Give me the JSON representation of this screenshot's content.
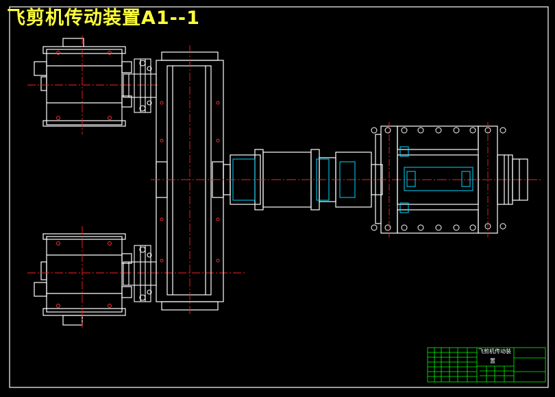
{
  "drawing": {
    "title": "飞剪机传动装置A1--1",
    "title_block": {
      "name_line1": "飞剪机传动装",
      "name_line2": "置"
    },
    "colors": {
      "background": "#000000",
      "linework": "#ffffff",
      "centerline": "#ff2020",
      "hatch": "#00d8ff",
      "title_text": "#ffff3c",
      "title_block_grid": "#00ff00"
    }
  }
}
